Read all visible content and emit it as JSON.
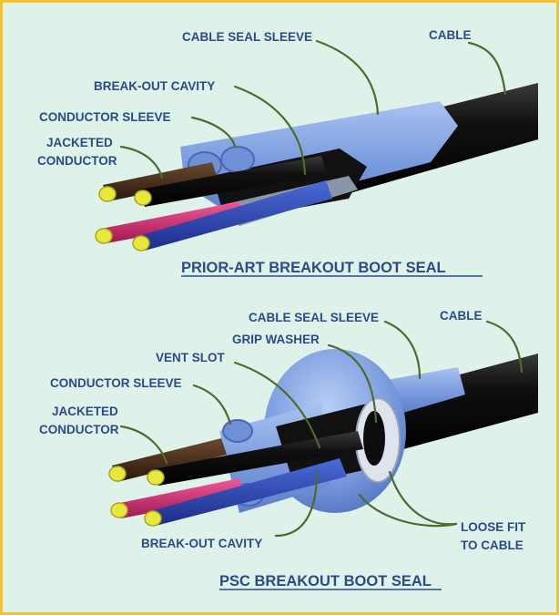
{
  "top_diagram": {
    "labels": {
      "cable_seal_sleeve": "CABLE SEAL SLEEVE",
      "cable": "CABLE",
      "break_out_cavity": "BREAK-OUT CAVITY",
      "conductor_sleeve": "CONDUCTOR SLEEVE",
      "jacketed_conductor_line1": "JACKETED",
      "jacketed_conductor_line2": "CONDUCTOR"
    },
    "title": "PRIOR-ART BREAKOUT BOOT SEAL"
  },
  "bottom_diagram": {
    "labels": {
      "cable_seal_sleeve": "CABLE SEAL SLEEVE",
      "cable": "CABLE",
      "grip_washer": "GRIP WASHER",
      "vent_slot": "VENT SLOT",
      "conductor_sleeve": "CONDUCTOR SLEEVE",
      "jacketed_conductor_line1": "JACKETED",
      "jacketed_conductor_line2": "CONDUCTOR",
      "loose_fit_line1": "LOOSE FIT",
      "loose_fit_line2": "TO CABLE",
      "break_out_cavity": "BREAK-OUT CAVITY"
    },
    "title": "PSC BREAKOUT BOOT SEAL"
  },
  "colors": {
    "background": "#dff2e9",
    "frame_border": "#f2c230",
    "label_text": "#2b4a8a",
    "leader_line": "#4f6b2a",
    "sleeve_blue": "#7d9fe0",
    "cable_black": "#0d0d0d",
    "conductor_brown": "#3a2416",
    "conductor_magenta": "#c8246a",
    "conductor_blue": "#2a43b0",
    "conductor_tip_yellow": "#e8e83a"
  }
}
